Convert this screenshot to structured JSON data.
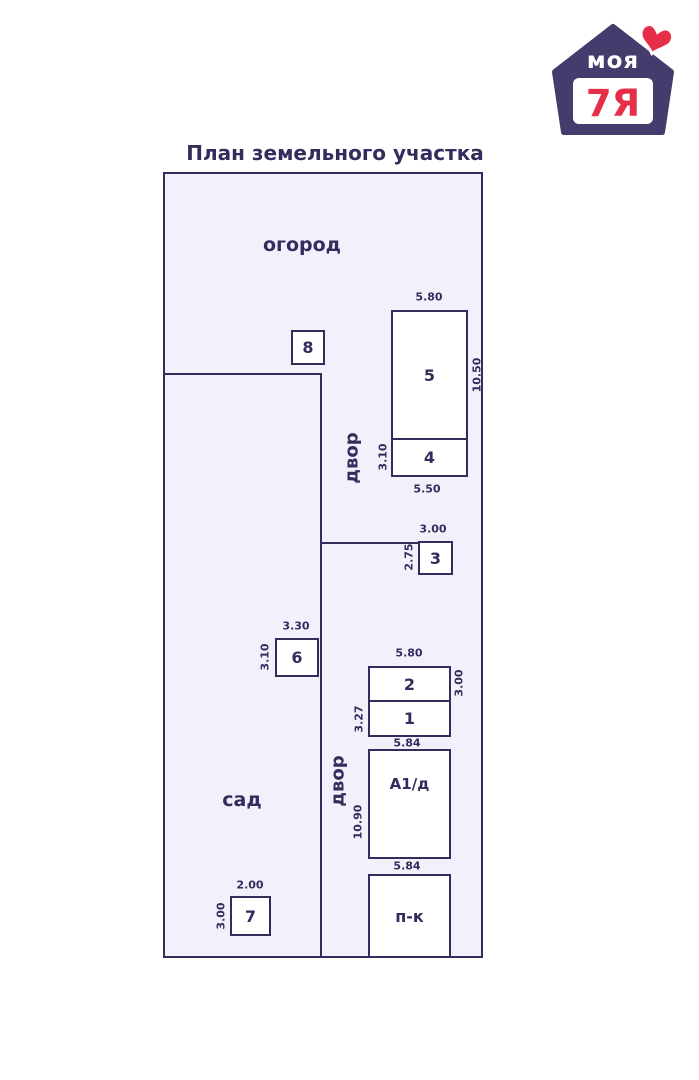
{
  "logo": {
    "brand_top": "моя",
    "brand_bottom": "7Я"
  },
  "title": "План земельного участка",
  "colors": {
    "ink": "#332c5c",
    "plot_fill": "#f2f1fb",
    "building_fill": "#ffffff",
    "logo_purple": "#463b6d",
    "logo_red": "#e62e48"
  },
  "plan": {
    "areas": {
      "ogorod": "огород",
      "dvor_upper": "двор",
      "sad": "сад",
      "dvor_lower": "двор"
    },
    "buildings": {
      "b8": {
        "label": "8"
      },
      "b5": {
        "label": "5",
        "dim_top": "5.80",
        "dim_right": "10.50"
      },
      "b4": {
        "label": "4",
        "dim_left": "3.10",
        "dim_bottom": "5.50"
      },
      "b3": {
        "label": "3",
        "dim_top": "3.00",
        "dim_left": "2.75"
      },
      "b6": {
        "label": "6",
        "dim_top": "3.30",
        "dim_left": "3.10"
      },
      "b2": {
        "label": "2",
        "dim_top": "5.80",
        "dim_right": "3.00"
      },
      "b1": {
        "label": "1",
        "dim_left": "3.27"
      },
      "a1d": {
        "label": "А1/д",
        "dim_top": "5.84",
        "dim_left": "10.90",
        "dim_bottom": "5.84"
      },
      "pk": {
        "label": "п-к"
      },
      "b7": {
        "label": "7",
        "dim_top": "2.00",
        "dim_left": "3.00"
      }
    }
  }
}
